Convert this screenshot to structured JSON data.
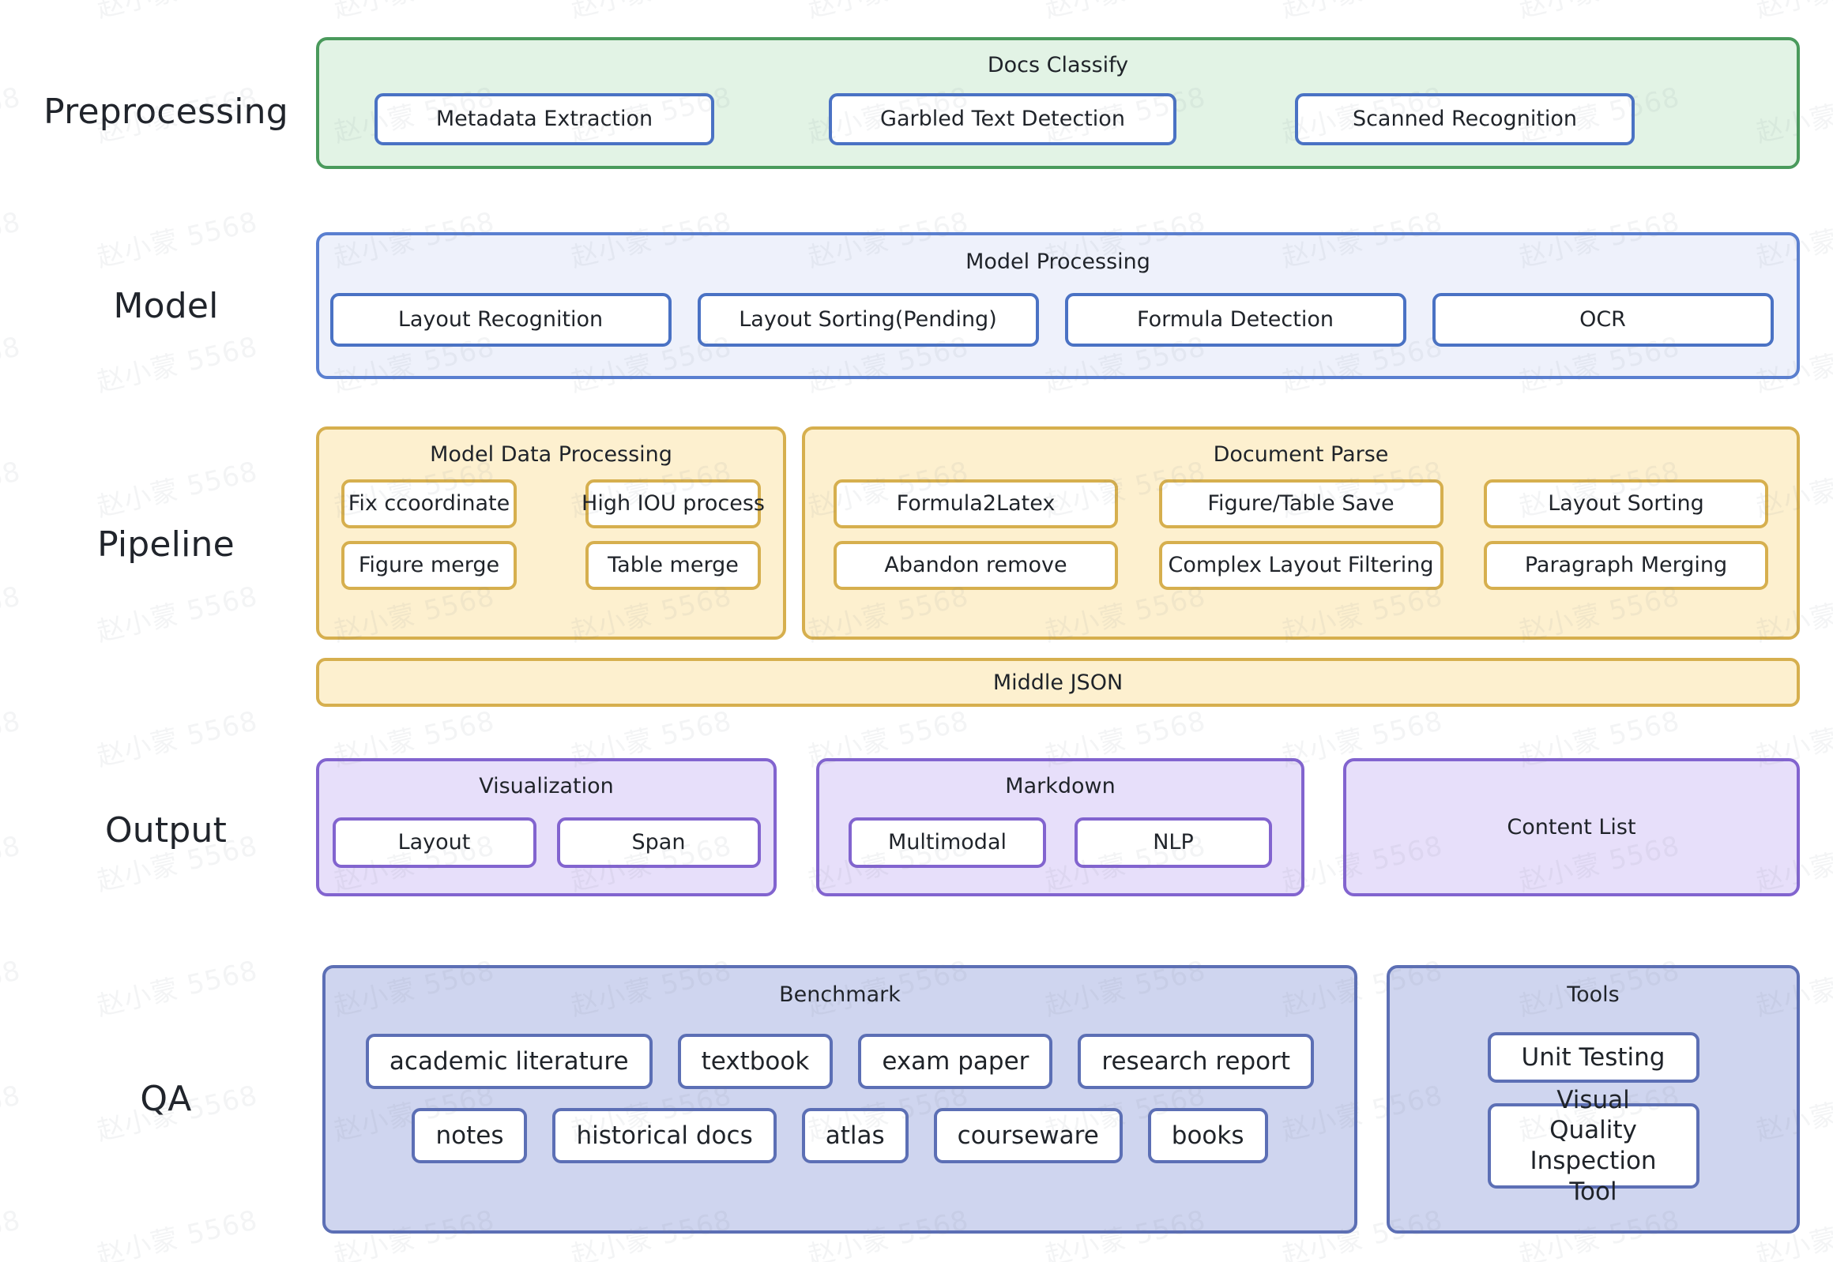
{
  "rows": [
    {
      "label": "Preprocessing"
    },
    {
      "label": "Model"
    },
    {
      "label": "Pipeline"
    },
    {
      "label": "Output"
    },
    {
      "label": "QA"
    }
  ],
  "preprocessing": {
    "title": "Docs Classify",
    "items": [
      "Metadata Extraction",
      "Garbled Text Detection",
      "Scanned Recognition"
    ],
    "border_color": "#4a9a5c",
    "fill_color": "#e2f3e5",
    "chip_border_color": "#4a72c4"
  },
  "model": {
    "title": "Model Processing",
    "items": [
      "Layout Recognition",
      "Layout Sorting(Pending)",
      "Formula Detection",
      "OCR"
    ],
    "border_color": "#5a7fd0",
    "fill_color": "#eef1fb",
    "chip_border_color": "#4a72c4"
  },
  "pipeline": {
    "model_data_processing": {
      "title": "Model Data Processing",
      "items": [
        "Fix ccoordinate",
        "High IOU process",
        "Figure merge",
        "Table merge"
      ]
    },
    "document_parse": {
      "title": "Document Parse",
      "items": [
        "Formula2Latex",
        "Figure/Table Save",
        "Layout Sorting",
        "Abandon remove",
        "Complex Layout Filtering",
        "Paragraph Merging"
      ]
    },
    "middle_json": "Middle JSON",
    "border_color": "#d6af4e",
    "fill_color": "#fdf0cf"
  },
  "output": {
    "visualization": {
      "title": "Visualization",
      "items": [
        "Layout",
        "Span"
      ]
    },
    "markdown": {
      "title": "Markdown",
      "items": [
        "Multimodal",
        "NLP"
      ]
    },
    "content_list": {
      "title": "Content List"
    },
    "border_color": "#8264cf",
    "fill_color": "#e7dffa"
  },
  "qa": {
    "benchmark": {
      "title": "Benchmark",
      "row1": [
        "academic literature",
        "textbook",
        "exam paper",
        "research report"
      ],
      "row2": [
        "notes",
        "historical docs",
        "atlas",
        "courseware",
        "books"
      ]
    },
    "tools": {
      "title": "Tools",
      "items": [
        "Unit Testing",
        "Visual Quality Inspection Tool"
      ]
    },
    "border_color": "#5c6fb5",
    "fill_color": "#cfd5ef"
  },
  "watermark": {
    "text": "赵小蒙 5568"
  }
}
